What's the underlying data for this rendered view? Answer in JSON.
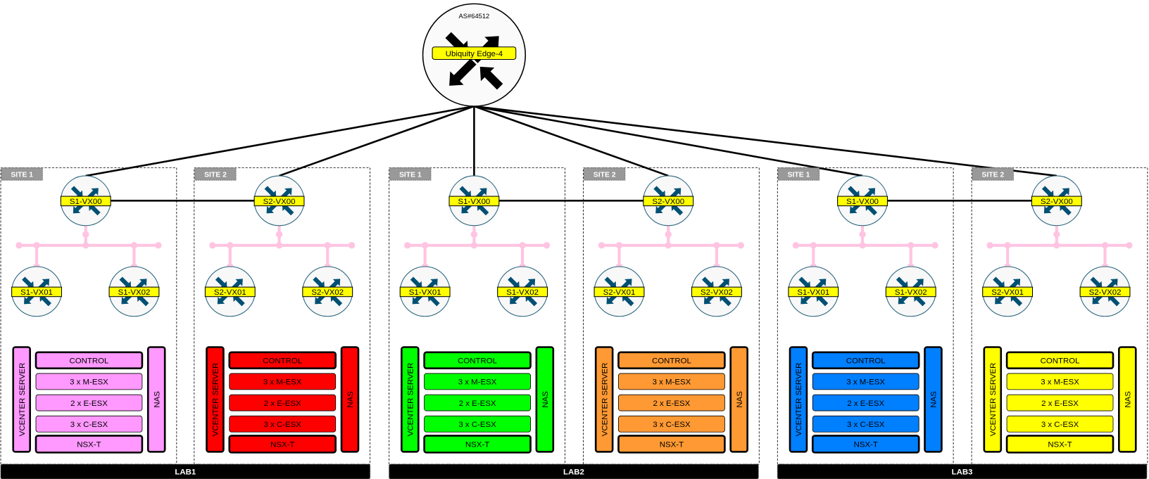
{
  "core_router": {
    "as_label": "AS#64512",
    "name": "Ubiquity Edge-4",
    "icon": "router-icon"
  },
  "stack_labels": {
    "vcenter": "VCENTER SERVER",
    "control": "CONTROL",
    "m_esx": "3 x M-ESX",
    "e_esx": "2 x E-ESX",
    "c_esx": "3 x C-ESX",
    "nsx": "NSX-T",
    "nas": "NAS"
  },
  "labs": [
    {
      "label": "LAB1",
      "sites": [
        {
          "label": "SITE 1",
          "color": "#FF99FF",
          "vx00": "S1-VX00",
          "vx01": "S1-VX01",
          "vx02": "S1-VX02"
        },
        {
          "label": "SITE 2",
          "color": "#FF0000",
          "vx00": "S2-VX00",
          "vx01": "S2-VX01",
          "vx02": "S2-VX02"
        }
      ]
    },
    {
      "label": "LAB2",
      "sites": [
        {
          "label": "SITE 1",
          "color": "#00FF00",
          "vx00": "S1-VX00",
          "vx01": "S1-VX01",
          "vx02": "S1-VX02"
        },
        {
          "label": "SITE 2",
          "color": "#FF9933",
          "vx00": "S2-VX00",
          "vx01": "S2-VX01",
          "vx02": "S2-VX02"
        }
      ]
    },
    {
      "label": "LAB3",
      "sites": [
        {
          "label": "SITE 1",
          "color": "#007FFF",
          "vx00": "S1-VX00",
          "vx01": "S1-VX01",
          "vx02": "S1-VX02"
        },
        {
          "label": "SITE 2",
          "color": "#FFFF00",
          "vx00": "S2-VX00",
          "vx01": "S2-VX01",
          "vx02": "S2-VX02"
        }
      ]
    }
  ],
  "colors": {
    "router_arrow": "#005073",
    "router_stroke": "#23607a",
    "router_fill": "#f8f8f8",
    "label_yellow": "#FFFF00",
    "bus": "#FFC4E1",
    "site_tag": "#999999",
    "lab_bar": "#000000"
  }
}
